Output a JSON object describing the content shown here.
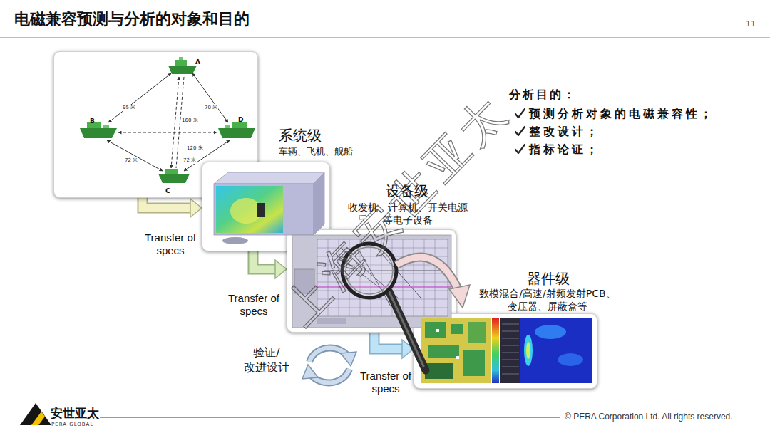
{
  "diagram": {
    "title": "电磁兼容预测与分析的对象和目的",
    "nodes": [
      {
        "text": [
          "A",
          "B",
          "C",
          "D",
          "95 米",
          "70 米",
          "160 米",
          "120 米",
          "72 米",
          "72 米"
        ]
      },
      {
        "text": [
          "系统级",
          "车辆、飞机、舰船"
        ]
      },
      {
        "text": [
          "设备级",
          "收发机、计算机、开关电源 等电子设备"
        ]
      },
      {
        "text": [
          "器件级",
          "数模混合/高速/射频发射PCB、 变压器、屏蔽盒等"
        ]
      }
    ],
    "edges": [
      {
        "from": 0,
        "to": 1,
        "arrow": "to",
        "label": "Transfer of specs"
      },
      {
        "from": 1,
        "to": 2,
        "arrow": "to",
        "label": "Transfer of specs"
      },
      {
        "from": 2,
        "to": 3,
        "arrow": "to",
        "label": "Transfer of specs"
      }
    ],
    "labels": [
      "11",
      "分析目的：",
      "预测分析对象的电磁兼容性；",
      "整改设计；",
      "指标论证；",
      "验证/ 改进设计",
      "上海安世亚太",
      "安世亚太",
      "PERA GLOBAL",
      "© PERA Corporation Ltd. All rights reserved."
    ]
  }
}
